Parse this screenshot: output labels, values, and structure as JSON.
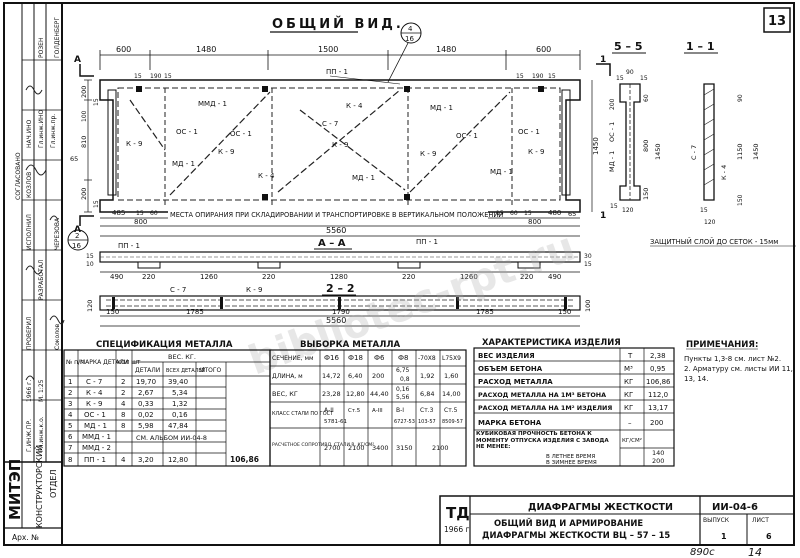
{
  "sheet": {
    "title": "ОБЩИЙ ВИД.",
    "sheet_number": "13",
    "bottom_handwriting": "890с",
    "bottom_page": "14",
    "watermark": "bibliotec-rpt.ru"
  },
  "left_strip": {
    "org_1": "МИТЭП",
    "org_2": "КОНСТРУКТОРСКИЙ",
    "org_3": "ОТДЕЛ",
    "arch_label": "Арх. №",
    "roles": [
      "Г.ИНЖ.ПР.",
      "Гл.инж.к.о.",
      "Р.ИНЖЕНЕР",
      "НАЧ.ИНО",
      "Гл.инж.ИНО",
      "Гл.инж.пр."
    ],
    "names": [
      "Соколов",
      "ЧЕРЕЗОВА",
      "КОЗЛОВ",
      "ГОЛДЕНБЕРГ",
      "РОЗЕН"
    ],
    "date": "1966 г.",
    "scale": "М. 1:25",
    "approved": "СОГЛАСОВАНО",
    "table_roles": [
      "ИСПОЛНИЛ",
      "ПРОВЕРИЛ",
      "РАЗРАБОТАЛ",
      "Н.КОНТР",
      "СОСТАВИЛ"
    ]
  },
  "elevation": {
    "marker_num": "4",
    "marker_den": "16",
    "top_dims": [
      "600",
      "1480",
      "1500",
      "1480",
      "600"
    ],
    "sub_dims": [
      "15",
      "190",
      "15",
      "15",
      "190",
      "15"
    ],
    "labels": {
      "pp": "ПП - 1",
      "k4": "К - 4",
      "c7": "С - 7",
      "k9": "К - 9",
      "oc": "ОС - 1",
      "md": "МД - 1",
      "mmd": "ММД - 1"
    },
    "left_dims": [
      "200",
      "15",
      "100",
      "810",
      "65",
      "200",
      "15"
    ],
    "right_dims": [
      "1450",
      "65"
    ],
    "bottom_dims": [
      "485",
      "15",
      "60"
    ],
    "bottom_dims_right": [
      "15",
      "60",
      "15",
      "480"
    ],
    "support_note": "МЕСТА ОПИРАНИЯ ПРИ СКЛАДИРОВАНИИ И ТРАНСПОРТИРОВКЕ В ВЕРТИКАЛЬНОМ ПОЛОЖЕНИИ",
    "span_left": "800",
    "span_right": "800",
    "overall": "5560",
    "section_a": "A",
    "section_1": "1",
    "marker2_num": "2",
    "marker2_den": "16"
  },
  "plan": {
    "title": "А – А",
    "dims": [
      "490",
      "220",
      "1260",
      "220",
      "1280",
      "220",
      "1260",
      "220",
      "490"
    ],
    "small_dims": [
      "15",
      "10",
      "30",
      "15"
    ],
    "pp": "ПП - 1"
  },
  "section22": {
    "title": "2 – 2",
    "labels": [
      "С - 7",
      "К - 9"
    ],
    "dims": [
      "150",
      "1785",
      "1790",
      "1785",
      "150"
    ],
    "overall": "5560",
    "left_dim": "120",
    "right_dim": "100"
  },
  "sec55": {
    "title": "5 – 5",
    "dims": [
      "15",
      "90",
      "15",
      "60",
      "800",
      "150",
      "15",
      "200",
      "1450",
      "120"
    ],
    "labels": [
      "МД - 1",
      "ОС - 1"
    ]
  },
  "sec11": {
    "title": "1 – 1",
    "dims": [
      "90",
      "1150",
      "1450",
      "15",
      "150",
      "120"
    ],
    "labels": [
      "С - 7",
      "К - 4"
    ],
    "note": "ЗАЩИТНЫЙ СЛОЙ ДО СЕТОК - 15мм"
  },
  "spec": {
    "title": "СПЕЦИФИКАЦИЯ  МЕТАЛЛА",
    "headers": [
      "№ п/п",
      "МАРКА ДЕТАЛИ",
      "КОЛ ШТ",
      "ВЕС. КГ.",
      "ДЕТАЛИ",
      "ВСЕХ ДЕТАЛЕЙ",
      "ИТОГО"
    ],
    "rows": [
      [
        "1",
        "С - 7",
        "2",
        "19,70",
        "39,40"
      ],
      [
        "2",
        "К - 4",
        "2",
        "2,67",
        "5,34"
      ],
      [
        "3",
        "К - 9",
        "4",
        "0,33",
        "1,32"
      ],
      [
        "4",
        "ОС - 1",
        "8",
        "0,02",
        "0,16"
      ],
      [
        "5",
        "МД - 1",
        "8",
        "5,98",
        "47,84"
      ],
      [
        "6",
        "ММД - 1",
        "",
        "",
        ""
      ],
      [
        "7",
        "ММД - 2",
        "",
        "",
        ""
      ],
      [
        "8",
        "ПП - 1",
        "4",
        "3,20",
        "12,80"
      ]
    ],
    "album_note": "СМ. АЛЬБОМ ИИ-04-8",
    "total": "106,86"
  },
  "sample": {
    "title": "ВЫБОРКА  МЕТАЛЛА",
    "row_labels": [
      "СЕЧЕНИЕ, мм",
      "ДЛИНА, м",
      "ВЕС, КГ",
      "КЛАСС СТАЛИ ПО ГОСТ",
      "РАСЧЕТНОЕ СОПРОТИВЛ. СТАЛИ R, КГ/СМ²"
    ],
    "cols": [
      "Ф16",
      "Ф18",
      "Ф6",
      "Ф8",
      "-70Х8",
      "L75Х9"
    ],
    "lengths": [
      "14,72",
      "6,40",
      "200",
      "6,75",
      "1,92",
      "1,60"
    ],
    "lengths_extra": [
      "0,8",
      "0,16"
    ],
    "weights": [
      "23,28",
      "12,80",
      "44,40",
      "5,56",
      "6,84",
      "14,00"
    ],
    "weights_extra": [
      "0,16"
    ],
    "classes": [
      "А-II",
      "Ст.5",
      "5781-61",
      "А-III",
      "В-I",
      "6727-53",
      "Ст.3",
      "103-57",
      "Ст.5",
      "8509-57"
    ],
    "resist": [
      "2700",
      "2100",
      "3400",
      "3150",
      "2100"
    ]
  },
  "chars": {
    "title": "ХАРАКТЕРИСТИКА  ИЗДЕЛИЯ",
    "rows": [
      [
        "ВЕС ИЗДЕЛИЯ",
        "Т",
        "2,38"
      ],
      [
        "ОБЪЕМ БЕТОНА",
        "М³",
        "0,95"
      ],
      [
        "РАСХОД МЕТАЛЛА",
        "КГ",
        "106,86"
      ],
      [
        "РАСХОД МЕТАЛЛА НА 1М³ БЕТОНА",
        "КГ",
        "112,0"
      ],
      [
        "РАСХОД МЕТАЛЛА НА 1М² ИЗДЕЛИЯ",
        "КГ",
        "13,17"
      ],
      [
        "МАРКА БЕТОНА",
        "–",
        "200"
      ]
    ],
    "strength_label": "КУБИКОВАЯ ПРОЧНОСТЬ БЕТОНА К МОМЕНТУ ОТПУСКА ИЗДЕЛИЯ С ЗАВОДА НЕ МЕНЕЕ:",
    "summer": "В ЛЕТНЕЕ ВРЕМЯ",
    "winter": "В ЗИМНЕЕ ВРЕМЯ",
    "unit": "КГ/СМ²",
    "summer_val": "140",
    "winter_val": "200"
  },
  "notes": {
    "title": "ПРИМЕЧАНИЯ:",
    "items": [
      "Пункты 1,3-8 см. лист №2.",
      "2. Арматуру см. листы ИИ 11, 13, 14."
    ]
  },
  "stamp": {
    "td": "ТД",
    "year": "1966 г",
    "title": "ДИАФРАГМЫ  ЖЕСТКОСТИ",
    "code": "ИИ-04-6",
    "sub1": "ОБЩИЙ  ВИД  И  АРМИРОВАНИЕ",
    "sub2": "ДИАФРАГМЫ  ЖЕСТКОСТИ  ВЦ – 57 – 15",
    "vypusk_label": "ВЫПУСК",
    "vypusk": "1",
    "list_label": "ЛИСТ",
    "list": "6"
  }
}
